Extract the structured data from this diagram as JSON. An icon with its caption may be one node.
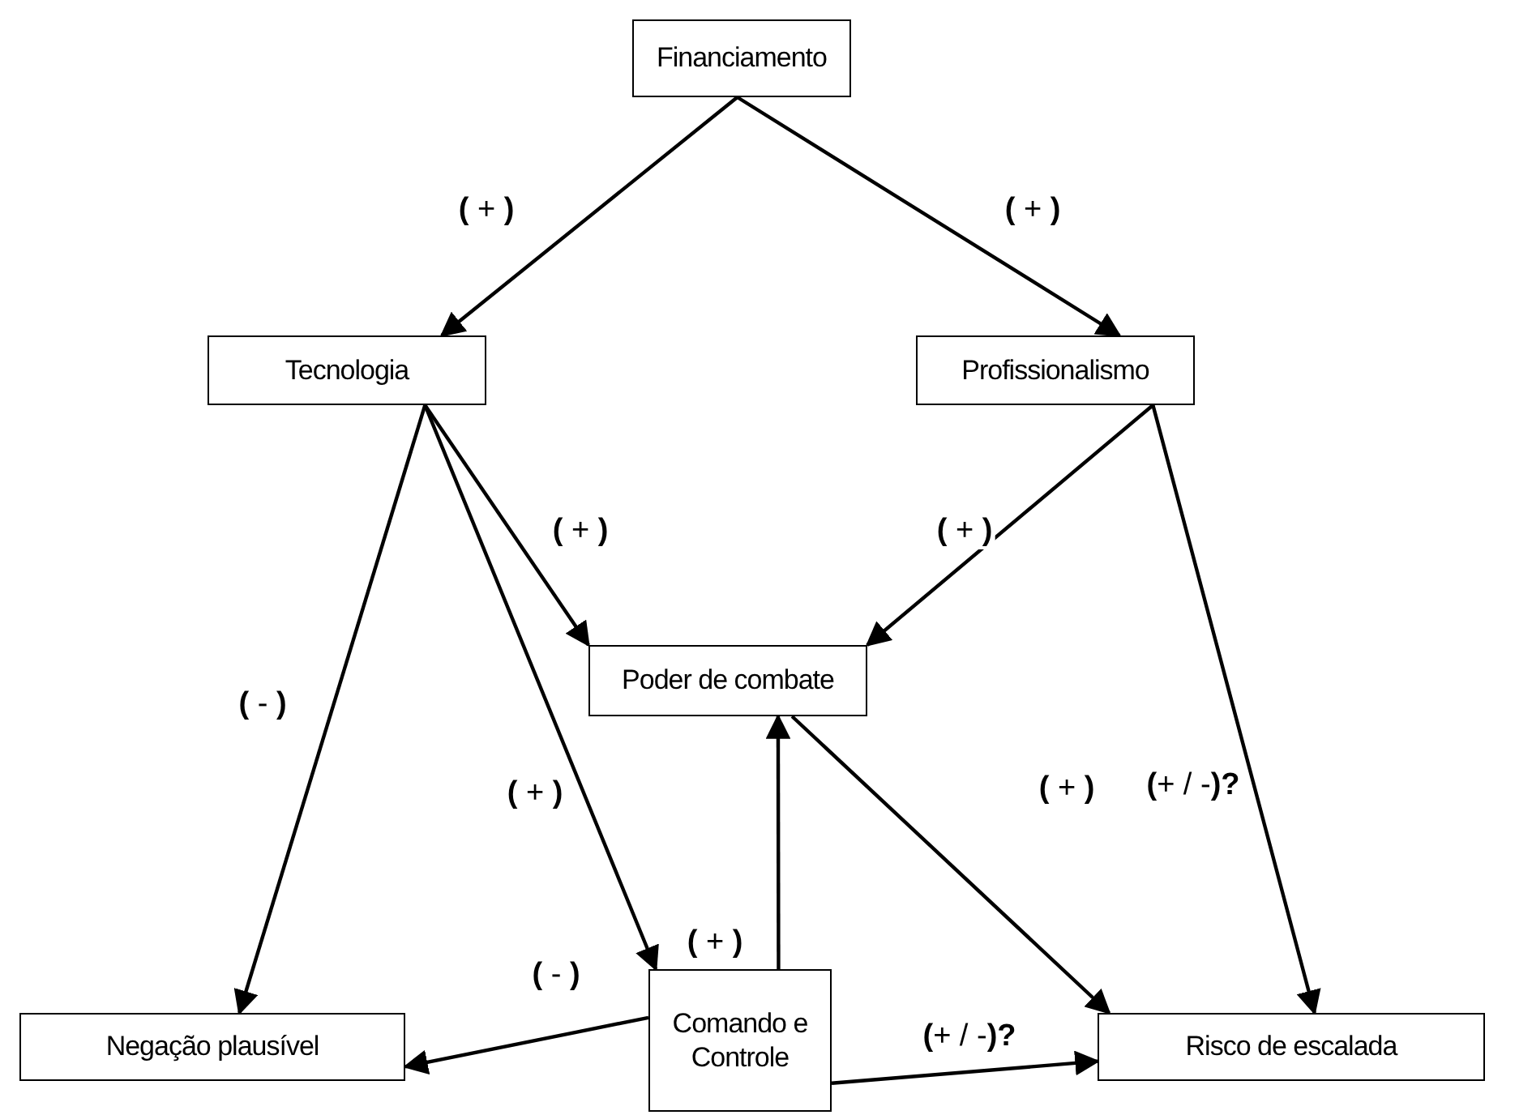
{
  "diagram": {
    "nodes": [
      {
        "text": [
          "Financiamento"
        ]
      },
      {
        "text": [
          "Tecnologia"
        ]
      },
      {
        "text": [
          "Profissionalismo"
        ]
      },
      {
        "text": [
          "Poder de combate"
        ]
      },
      {
        "text": [
          "Negação plausível"
        ]
      },
      {
        "text": [
          "Comando e Controle"
        ]
      },
      {
        "text": [
          "Risco de escalada"
        ]
      }
    ],
    "edges": [
      {
        "from": 0,
        "to": 1,
        "arrow": "to",
        "label": "**(** + **)**"
      },
      {
        "from": 0,
        "to": 2,
        "arrow": "to",
        "label": "**(** + **)**"
      },
      {
        "from": 1,
        "to": 4,
        "arrow": "to",
        "label": "**(** - **)**"
      },
      {
        "from": 1,
        "to": 3,
        "arrow": "to",
        "label": "**(** + **)**"
      },
      {
        "from": 1,
        "to": 5,
        "arrow": "to",
        "label": "**(** + **)**"
      },
      {
        "from": 2,
        "to": 3,
        "arrow": "to",
        "label": "**(** + **)**"
      },
      {
        "from": 2,
        "to": 6,
        "arrow": "to",
        "label": "**(**+ / -**)?**"
      },
      {
        "from": 3,
        "to": 6,
        "arrow": "to",
        "label": "**(** + **)**"
      },
      {
        "from": 5,
        "to": 3,
        "arrow": "to",
        "label": "**(** + **)**"
      },
      {
        "from": 5,
        "to": 4,
        "arrow": "to",
        "label": "**(** - **)**"
      },
      {
        "from": 5,
        "to": 6,
        "arrow": "to",
        "label": "**(**+ / -**)?**"
      }
    ]
  }
}
